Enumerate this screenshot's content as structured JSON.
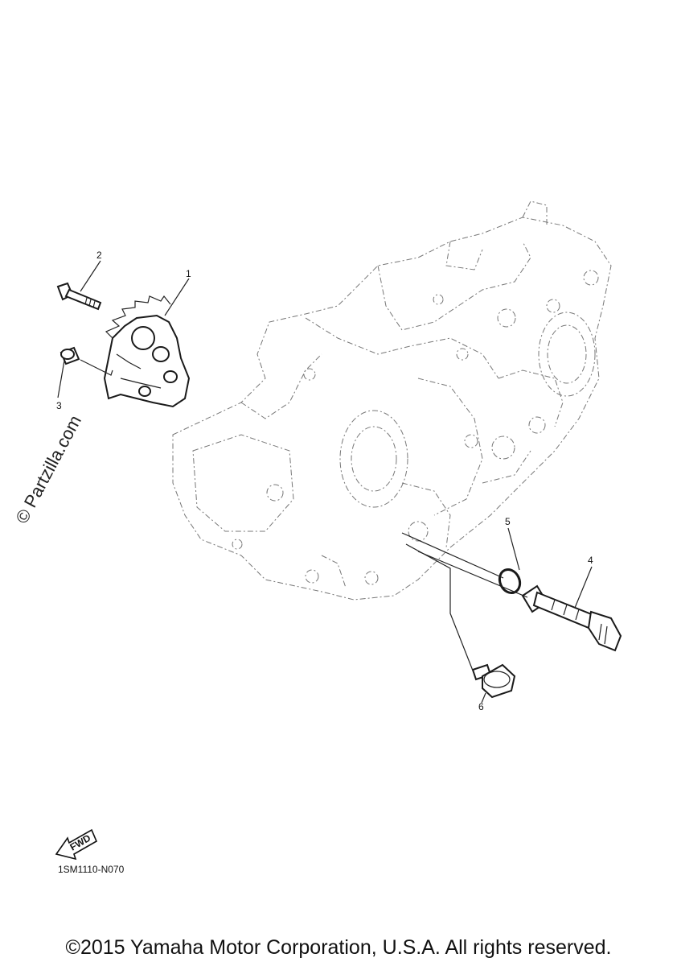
{
  "callouts": [
    {
      "id": "1",
      "label": "1"
    },
    {
      "id": "2",
      "label": "2"
    },
    {
      "id": "3",
      "label": "3"
    },
    {
      "id": "4",
      "label": "4"
    },
    {
      "id": "5",
      "label": "5"
    },
    {
      "id": "6",
      "label": "6"
    }
  ],
  "watermark": "© Partzilla.com",
  "fwd_label": "FWD",
  "diagram_code": "1SM1110-N070",
  "copyright": "©2015 Yamaha Motor Corporation, U.S.A. All rights reserved."
}
